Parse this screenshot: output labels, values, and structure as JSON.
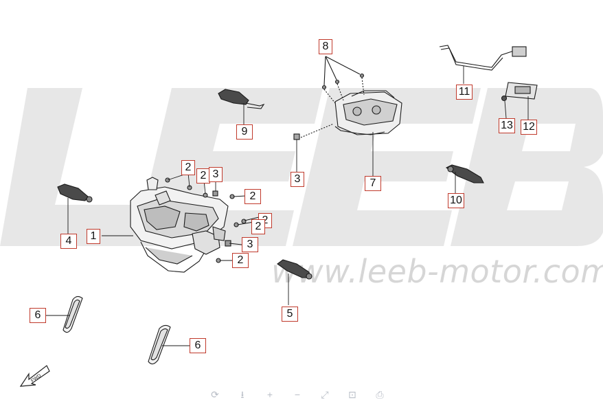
{
  "watermark": {
    "logo_text": "LEEB",
    "url": "www.leeb-motor.com"
  },
  "callouts": [
    {
      "id": "c1",
      "label": "1"
    },
    {
      "id": "c2a",
      "label": "2"
    },
    {
      "id": "c2b",
      "label": "2"
    },
    {
      "id": "c2c",
      "label": "2"
    },
    {
      "id": "c2d",
      "label": "2"
    },
    {
      "id": "c2e",
      "label": "2"
    },
    {
      "id": "c2f",
      "label": "2"
    },
    {
      "id": "c3a",
      "label": "3"
    },
    {
      "id": "c3b",
      "label": "3"
    },
    {
      "id": "c3c",
      "label": "3"
    },
    {
      "id": "c4",
      "label": "4"
    },
    {
      "id": "c5",
      "label": "5"
    },
    {
      "id": "c6a",
      "label": "6"
    },
    {
      "id": "c6b",
      "label": "6"
    },
    {
      "id": "c7",
      "label": "7"
    },
    {
      "id": "c8",
      "label": "8"
    },
    {
      "id": "c9",
      "label": "9"
    },
    {
      "id": "c10",
      "label": "10"
    },
    {
      "id": "c11",
      "label": "11"
    },
    {
      "id": "c12",
      "label": "12"
    },
    {
      "id": "c13",
      "label": "13"
    }
  ],
  "direction_arrow": {
    "label": "FWD"
  },
  "toolbar": {
    "buttons": [
      {
        "icon": "rotate-icon",
        "glyph": "⟳"
      },
      {
        "icon": "download-icon",
        "glyph": "⭳"
      },
      {
        "icon": "zoom-in-icon",
        "glyph": "+"
      },
      {
        "icon": "zoom-out-icon",
        "glyph": "−"
      },
      {
        "icon": "fullscreen-icon",
        "glyph": "⤢"
      },
      {
        "icon": "fit-icon",
        "glyph": "⊡"
      },
      {
        "icon": "print-icon",
        "glyph": "⎙"
      }
    ]
  },
  "colors": {
    "callout_border": "#c0392b",
    "watermark": "#e4e4e4",
    "line_art": "#1a1a1a"
  }
}
